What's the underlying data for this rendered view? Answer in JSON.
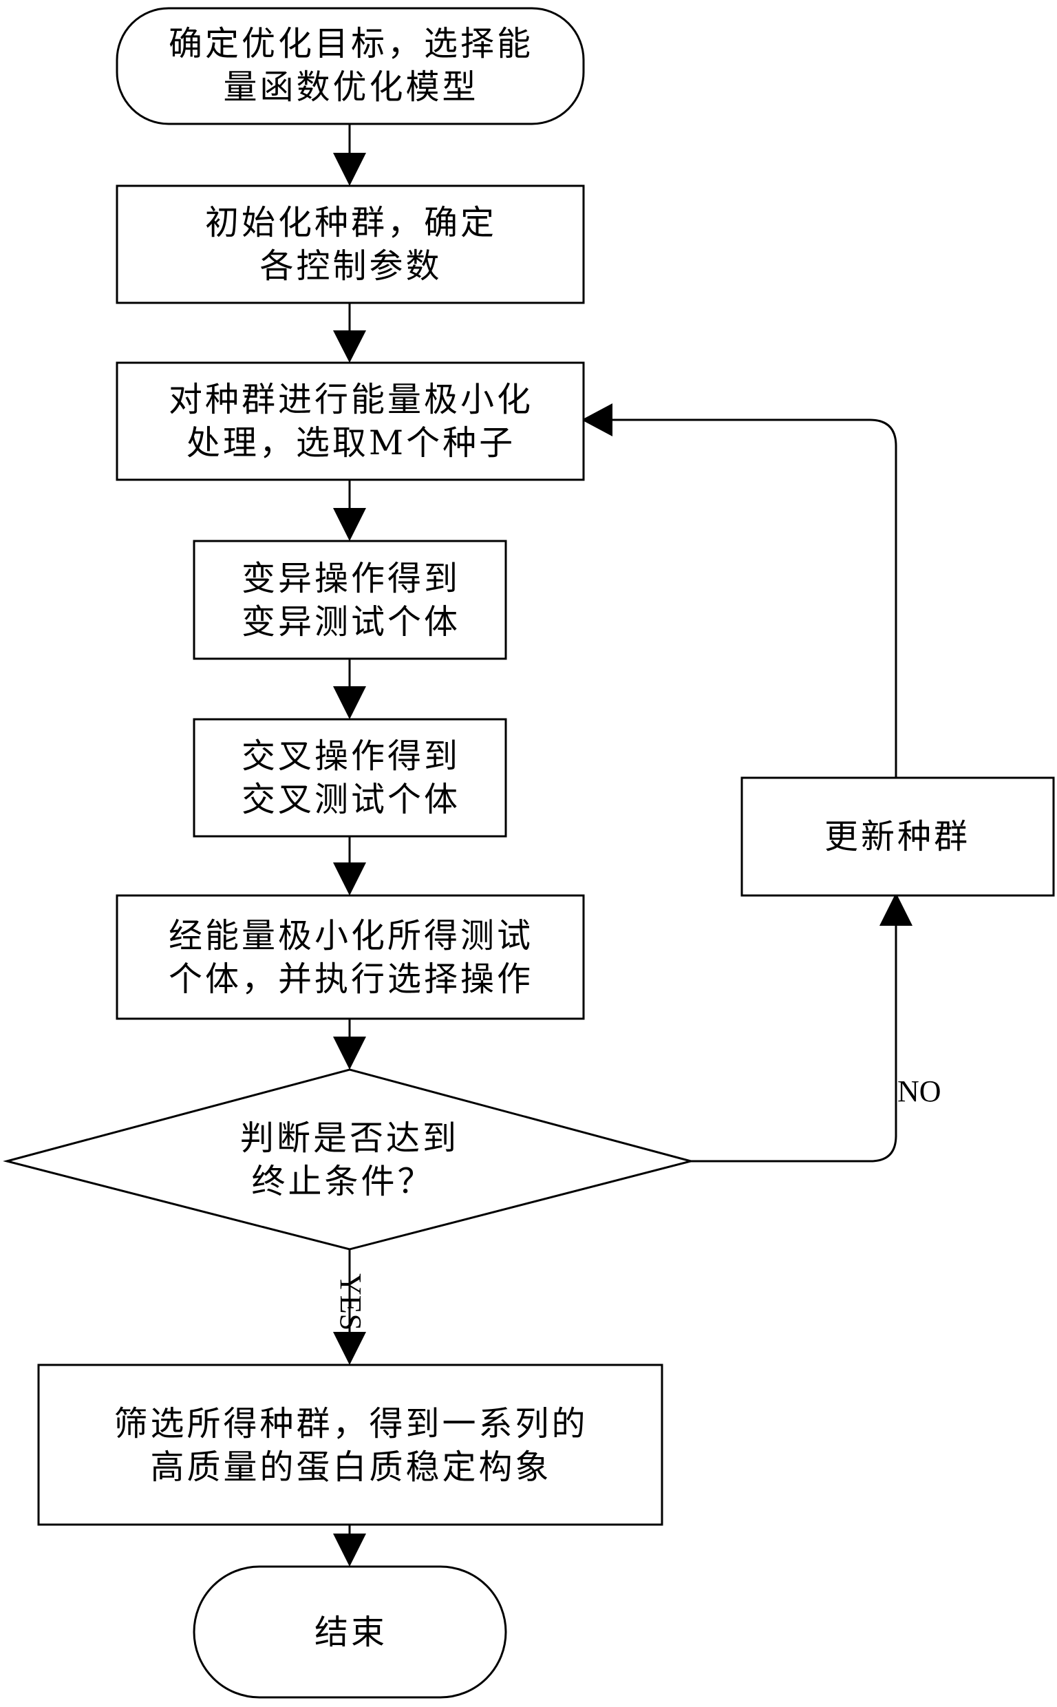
{
  "nodes": {
    "start": {
      "lines": [
        "确定优化目标，选择能",
        "量函数优化模型"
      ]
    },
    "init": {
      "lines": [
        "初始化种群，确定",
        "各控制参数"
      ]
    },
    "minimize": {
      "lines": [
        "对种群进行能量极小化",
        "处理，选取M个种子"
      ]
    },
    "mutation": {
      "lines": [
        "变异操作得到",
        "变异测试个体"
      ]
    },
    "crossover": {
      "lines": [
        "交叉操作得到",
        "交叉测试个体"
      ]
    },
    "selection": {
      "lines": [
        "经能量极小化所得测试",
        "个体，并执行选择操作"
      ]
    },
    "decision": {
      "lines": [
        "判断是否达到",
        "终止条件？"
      ]
    },
    "update": {
      "lines": [
        "更新种群"
      ]
    },
    "filter": {
      "lines": [
        "筛选所得种群，得到一系列的",
        "高质量的蛋白质稳定构象"
      ]
    },
    "end": {
      "lines": [
        "结束"
      ]
    }
  },
  "edges": {
    "no_label": "NO",
    "yes_label": "YES"
  }
}
